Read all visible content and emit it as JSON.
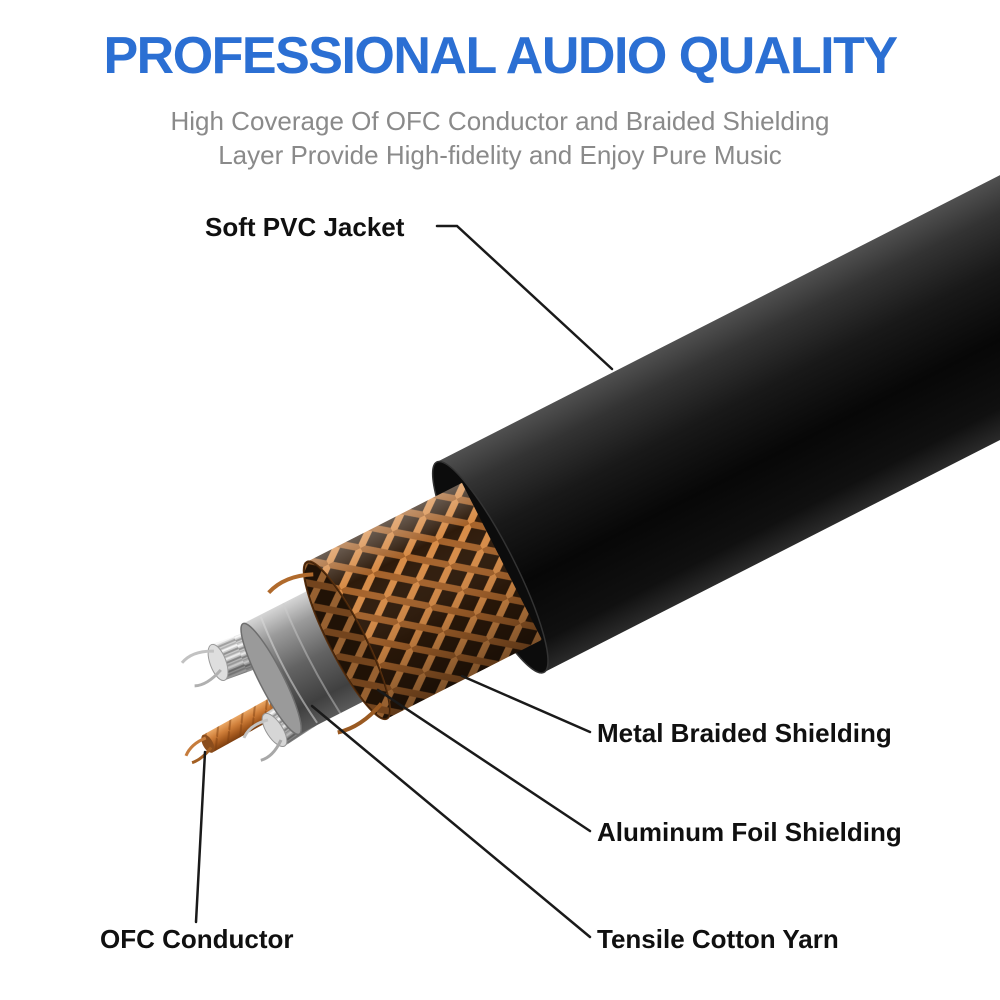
{
  "header": {
    "title": "PROFESSIONAL AUDIO QUALITY",
    "subtitle_line1": "High Coverage Of OFC Conductor and Braided Shielding",
    "subtitle_line2": "Layer Provide High-fidelity and Enjoy Pure Music"
  },
  "diagram": {
    "labels": {
      "pvc_jacket": "Soft PVC Jacket",
      "braided_shielding": "Metal Braided Shielding",
      "foil_shielding": "Aluminum Foil Shielding",
      "cotton_yarn": "Tensile Cotton Yarn",
      "ofc_conductor": "OFC Conductor"
    },
    "colors": {
      "title_blue": "#2b6fd3",
      "subtitle_gray": "#8a8a8a",
      "label_black": "#101010",
      "leader_line": "#1a1a1a",
      "jacket_black": "#141414",
      "braid_copper": "#c27a3a",
      "foil_gray": "#6a6a6a",
      "wire_red": "#e02417",
      "insulation_white": "#f2f2f2",
      "strand_silver": "#c9c9c9",
      "conductor_copper": "#c27a35"
    }
  }
}
